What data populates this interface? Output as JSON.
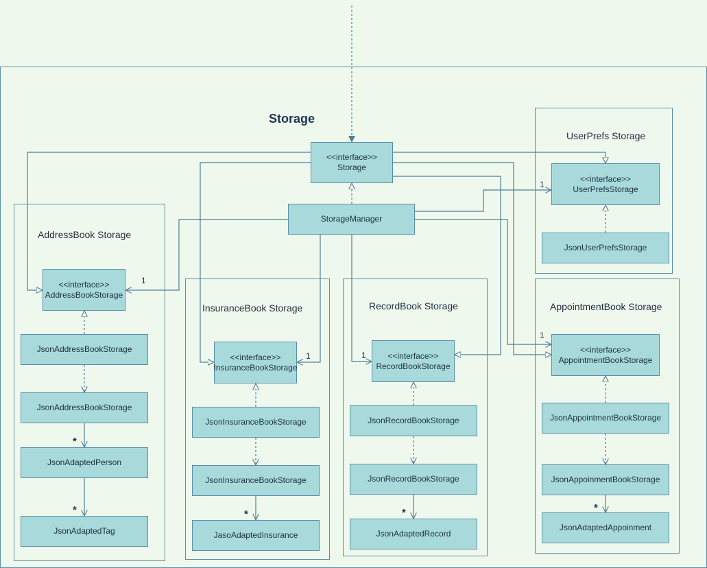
{
  "diagram": {
    "title": "Storage",
    "stereotype": "<<interface>>",
    "groups": {
      "userprefs": "UserPrefs Storage",
      "addressbook": "AddressBook Storage",
      "insurancebook": "InsuranceBook Storage",
      "recordbook": "RecordBook Storage",
      "appointmentbook": "AppointmentBook Storage"
    },
    "classes": {
      "storage": "Storage",
      "storage_manager": "StorageManager",
      "userprefs_storage": "UserPrefsStorage",
      "json_userprefs_storage": "JsonUserPrefsStorage",
      "addressbook_storage": "AddressBookStorage",
      "json_addressbook_storage_1": "JsonAddressBookStorage",
      "json_addressbook_storage_2": "JsonAddressBookStorage",
      "json_adapted_person": "JsonAdaptedPerson",
      "json_adapted_tag": "JsonAdaptedTag",
      "insurancebook_storage": "InsuranceBookStorage",
      "json_insurancebook_storage_1": "JsonInsuranceBookStorage",
      "json_insurancebook_storage_2": "JsonInsuranceBookStorage",
      "jaso_adapted_insurance": "JasoAdaptedInsurance",
      "recordbook_storage": "RecordBookStorage",
      "json_recordbook_storage_1": "JsonRecordBookStorage",
      "json_recordbook_storage_2": "JsonRecordBookStorage",
      "json_adapted_record": "JsonAdaptedRecord",
      "appointmentbook_storage": "AppointmentBookStorage",
      "json_appointmentbook_storage": "JsonAppointmentBookStorage",
      "json_appoinmentbook_storage": "JsonAppoinmentBookStorage",
      "json_adapted_appoinment": "JsonAdaptedAppoinment"
    },
    "multiplicities": {
      "one": "1",
      "many": "*"
    },
    "colors": {
      "background": "#eef8ed",
      "class_fill": "#a8dadc",
      "line": "#4f7f95"
    }
  }
}
